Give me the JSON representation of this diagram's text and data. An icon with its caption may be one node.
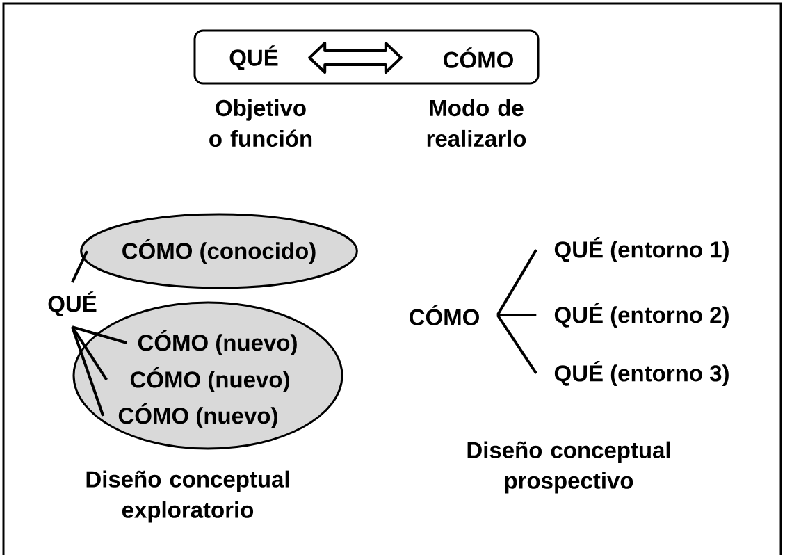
{
  "diagram": {
    "nodes": [
      {
        "text": [],
        "shape": "box"
      },
      {
        "text": [
          "QUÉ"
        ],
        "in": 0
      },
      {
        "text": [
          "CÓMO"
        ],
        "in": 0
      },
      {
        "text": [
          "QUÉ"
        ]
      },
      {
        "text": [
          "CÓMO (conocido)"
        ]
      },
      {
        "text": [],
        "shape": "ellipse"
      },
      {
        "text": [
          "CÓMO (nuevo)"
        ],
        "in": 5
      },
      {
        "text": [
          "CÓMO (nuevo)"
        ],
        "in": 5
      },
      {
        "text": [
          "CÓMO (nuevo)"
        ],
        "in": 5
      },
      {
        "text": [
          "CÓMO"
        ]
      },
      {
        "text": [
          "QUÉ (entorno 1)"
        ]
      },
      {
        "text": [
          "QUÉ (entorno 2)"
        ]
      },
      {
        "text": [
          "QUÉ (entorno 3)"
        ]
      }
    ],
    "edges": [
      {
        "from": 1,
        "to": 2,
        "arrow": "both",
        "style": "thick"
      },
      {
        "from": 3,
        "to": 4,
        "arrow": "none"
      },
      {
        "from": 3,
        "to": 6,
        "arrow": "none"
      },
      {
        "from": 3,
        "to": 7,
        "arrow": "none"
      },
      {
        "from": 3,
        "to": 8,
        "arrow": "none"
      },
      {
        "from": 9,
        "to": 10,
        "arrow": "none"
      },
      {
        "from": 9,
        "to": 11,
        "arrow": "none"
      },
      {
        "from": 9,
        "to": 12,
        "arrow": "none"
      }
    ],
    "labels": [
      "Objetivo o función",
      "Modo de realizarlo",
      "Diseño conceptual exploratorio",
      "Diseño conceptual prospectivo"
    ]
  }
}
